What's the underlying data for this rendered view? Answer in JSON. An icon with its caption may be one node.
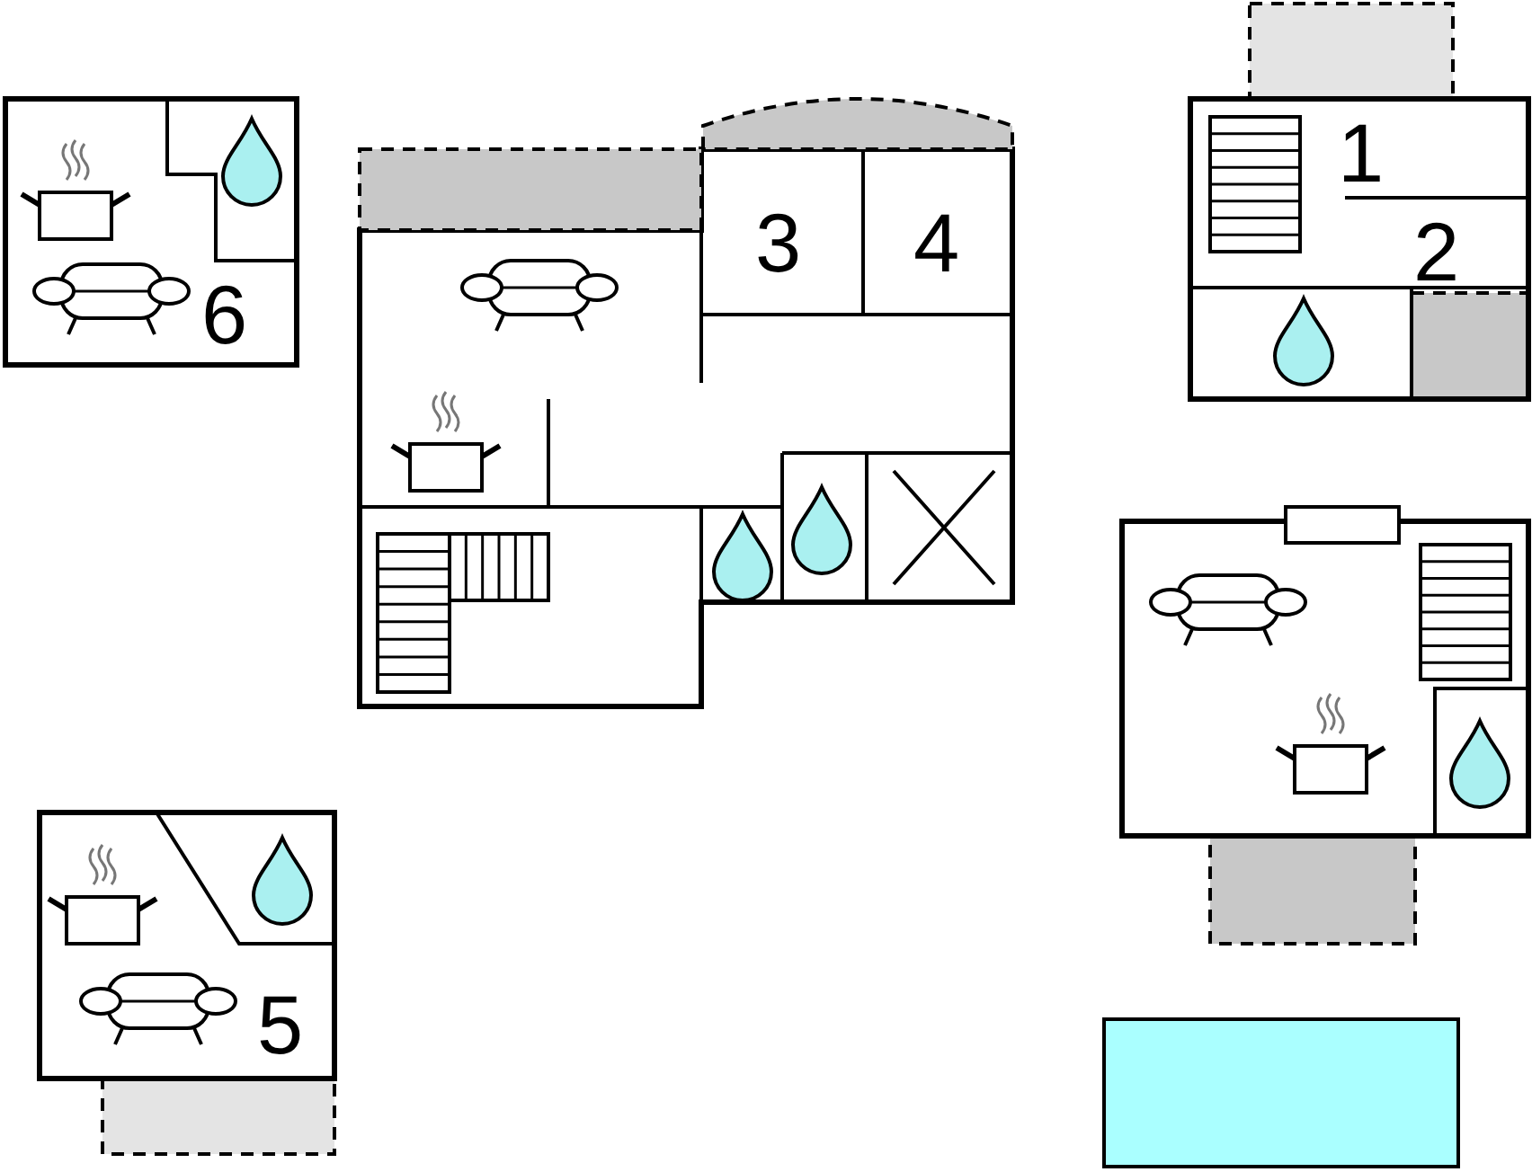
{
  "diagram": {
    "labels": [
      "6",
      "3",
      "4",
      "1",
      "2",
      "5"
    ]
  }
}
